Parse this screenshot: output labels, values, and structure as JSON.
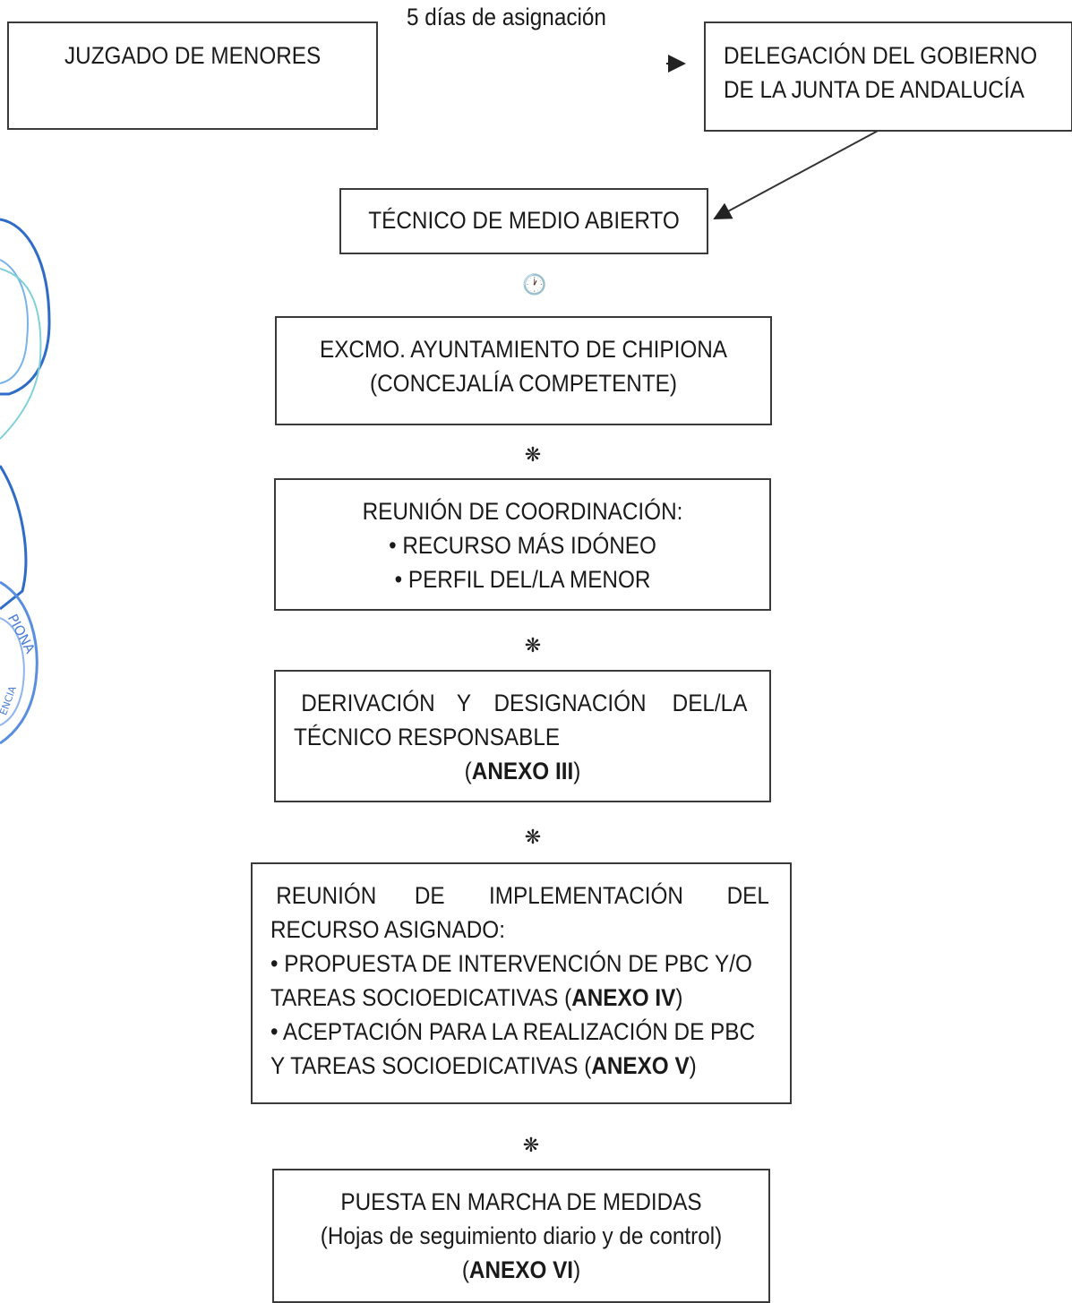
{
  "flow": {
    "assign_note": "5 días de asignación",
    "juzgado": "JUZGADO DE MENORES",
    "delegacion": {
      "line1": "DELEGACIÓN DEL GOBIERNO",
      "line2": "DE LA JUNTA DE ANDALUCÍA"
    },
    "tecnico": "TÉCNICO DE MEDIO ABIERTO",
    "ayuntamiento": {
      "line1": "EXCMO. AYUNTAMIENTO DE CHIPIONA",
      "line2": "(CONCEJALÍA COMPETENTE)"
    },
    "coordinacion": {
      "title": "REUNIÓN DE COORDINACIÓN:",
      "bullet1": "RECURSO MÁS IDÓNEO",
      "bullet2": "PERFIL DEL/LA MENOR"
    },
    "derivacion": {
      "words": [
        "DERIVACIÓN",
        "Y",
        "DESIGNACIÓN",
        "DEL/LA"
      ],
      "line2": "TÉCNICO RESPONSABLE",
      "anexo": "ANEXO III"
    },
    "implementacion": {
      "words": [
        "REUNIÓN",
        "DE",
        "IMPLEMENTACIÓN",
        "DEL"
      ],
      "line2": "RECURSO ASIGNADO:",
      "bullet1_line1": "PROPUESTA DE INTERVENCIÓN DE PBC Y/O",
      "bullet1_line2": "TAREAS SOCIOEDICATIVAS (",
      "bullet1_anexo": "ANEXO IV",
      "bullet2_line1": "ACEPTACIÓN PARA LA REALIZACIÓN DE PBC",
      "bullet2_line2": "Y TAREAS SOCIOEDICATIVAS (",
      "bullet2_anexo": "ANEXO V"
    },
    "puesta": {
      "line1": "PUESTA EN MARCHA DE MEDIDAS",
      "line2": "(Hojas de seguimiento diario y de control)",
      "anexo": "ANEXO VI"
    },
    "clock_symbol": "🕐",
    "separator_symbol": "❋"
  },
  "stamp": {
    "text_top": "PIONA",
    "text_bottom": "ENCIA"
  }
}
